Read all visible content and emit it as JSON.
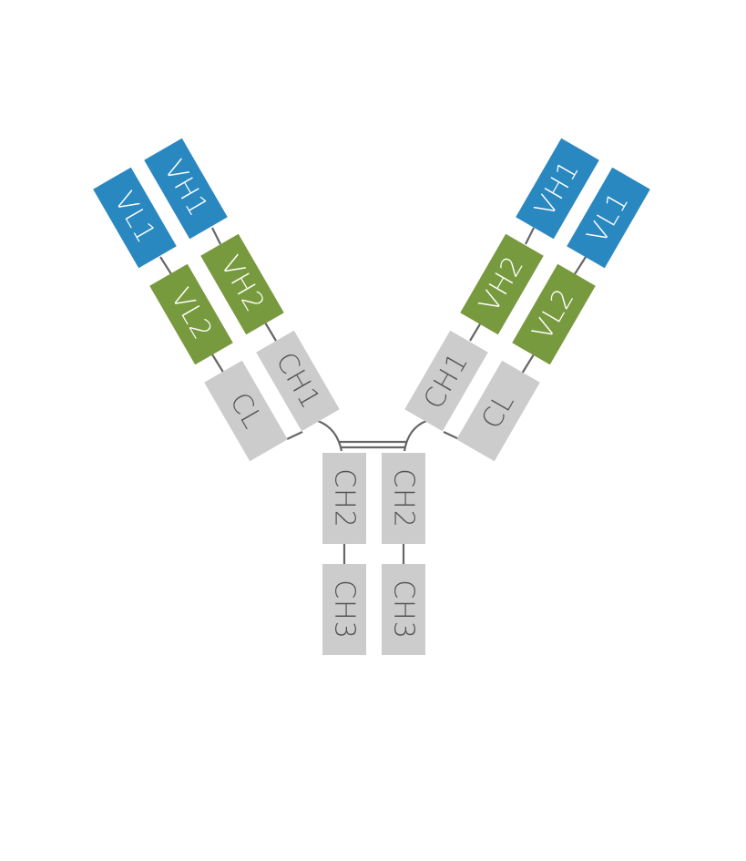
{
  "colors": {
    "vl1_vh1": "#2A88C0",
    "vl2_vh2": "#789A3E",
    "constant": "#CCCCCC",
    "linker": "#666666",
    "text_light": "#FFFFFF",
    "text_dark": "#555555"
  },
  "arms": {
    "left": {
      "heavy": {
        "vh1": "VH1",
        "vh2": "VH2",
        "ch1": "CH1"
      },
      "light": {
        "vl1": "VL1",
        "vl2": "VL2",
        "cl": "CL"
      }
    },
    "right": {
      "heavy": {
        "vh1": "VH1",
        "vh2": "VH2",
        "ch1": "CH1"
      },
      "light": {
        "vl1": "VL1",
        "vl2": "VL2",
        "cl": "CL"
      }
    }
  },
  "fc": {
    "left": {
      "ch2": "CH2",
      "ch3": "CH3"
    },
    "right": {
      "ch2": "CH2",
      "ch3": "CH3"
    }
  }
}
